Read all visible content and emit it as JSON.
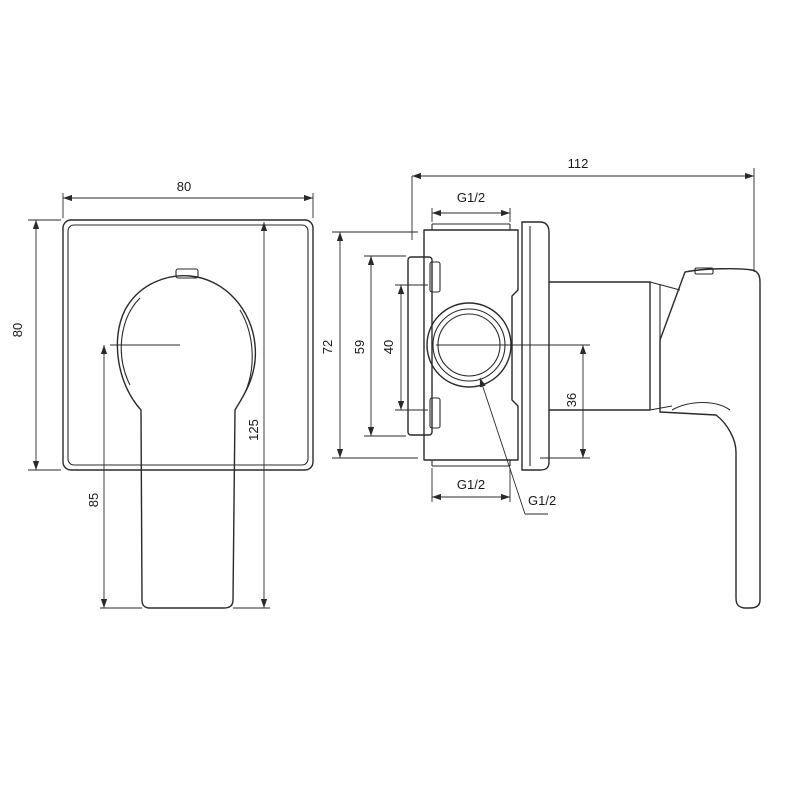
{
  "front_view": {
    "width_label": "80",
    "height_label": "80",
    "handle_reach_label": "85",
    "handle_total_label": "125"
  },
  "side_view": {
    "depth_label": "112",
    "top_inlet_label": "G1/2",
    "bottom_inlet_label": "G1/2",
    "center_outlet_label": "G1/2",
    "height_72_label": "72",
    "height_59_label": "59",
    "height_40_label": "40",
    "offset_36_label": "36"
  }
}
